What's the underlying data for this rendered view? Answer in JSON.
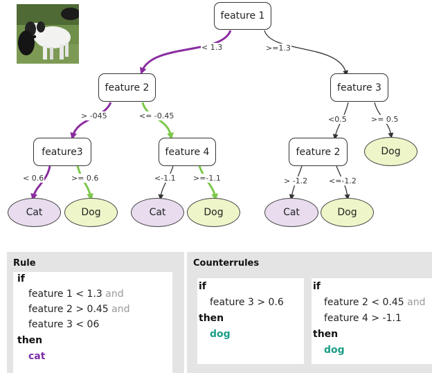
{
  "colors": {
    "purple_path": "#8a2ca0",
    "green_path": "#7cc84a",
    "cat_fill": "#e8dcee",
    "dog_fill": "#eef5c8",
    "panel_bg": "#e4e4e4",
    "cat_text": "#7b2fa8",
    "dog_text": "#1a9e86"
  },
  "tree": {
    "nodes": {
      "root": "feature 1",
      "left": "feature 2",
      "right": "feature 3",
      "left_left": "feature3",
      "left_right": "feature 4",
      "right_left": "feature 2"
    },
    "edges": {
      "root_left": "< 1.3",
      "root_right": ">=1.3",
      "left_left": "> -045",
      "left_right": "<= -0.45",
      "right_left": "<0.5",
      "right_right": ">= 0.5",
      "ll_left": "< 0.6",
      "ll_right": ">= 0.6",
      "lr_left": "<-1.1",
      "lr_right": ">=-1.1",
      "rl_left": "> -1.2",
      "rl_right": "<=-1.2"
    },
    "leaves": {
      "ll_cat": "Cat",
      "ll_dog": "Dog",
      "lr_cat": "Cat",
      "lr_dog": "Dog",
      "rl_cat": "Cat",
      "rl_dog": "Dog",
      "right_dog": "Dog"
    }
  },
  "rule": {
    "title": "Rule",
    "if_kw": "if",
    "conditions": [
      {
        "text": "feature 1 < 1.3",
        "conn": "and"
      },
      {
        "text": "feature 2 > 0.45",
        "conn": "and"
      },
      {
        "text": "feature 3 < 06",
        "conn": ""
      }
    ],
    "then_kw": "then",
    "result": "cat"
  },
  "counterrules": {
    "title": "Counterrules",
    "rules": [
      {
        "if_kw": "if",
        "conditions": [
          {
            "text": "feature 3 > 0.6",
            "conn": ""
          }
        ],
        "then_kw": "then",
        "result": "dog"
      },
      {
        "if_kw": "if",
        "conditions": [
          {
            "text": "feature 2 < 0.45",
            "conn": "and"
          },
          {
            "text": "feature 4 > -1.1",
            "conn": ""
          }
        ],
        "then_kw": "then",
        "result": "dog"
      }
    ]
  }
}
